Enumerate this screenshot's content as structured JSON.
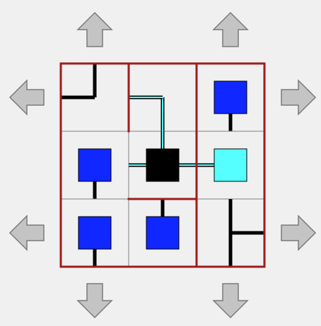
{
  "game": {
    "type": "sliding-pipe-network-puzzle",
    "grid": {
      "rows": 3,
      "cols": 3
    },
    "colors": {
      "background": "#f0f0f0",
      "grid_line": "#808080",
      "border": "#a01c1c",
      "wire": "#000000",
      "powered_wire": "#55ffff",
      "source": "#000000",
      "computer_unpowered": "#1028ff",
      "computer_powered": "#55ffff",
      "arrow_fill": "#c4c4c4"
    },
    "shift_arrows": [
      {
        "name": "shift-col-1-up-arrow",
        "dir": "up",
        "col": 1
      },
      {
        "name": "shift-col-2-up-arrow",
        "dir": "up",
        "col": 2
      },
      {
        "name": "shift-col-1-down-arrow",
        "dir": "down",
        "col": 1
      },
      {
        "name": "shift-col-2-down-arrow",
        "dir": "down",
        "col": 2
      },
      {
        "name": "shift-row-1-left-arrow",
        "dir": "left",
        "row": 1
      },
      {
        "name": "shift-row-2-left-arrow",
        "dir": "left",
        "row": 2
      },
      {
        "name": "shift-row-1-right-arrow",
        "dir": "right",
        "row": 1
      },
      {
        "name": "shift-row-2-right-arrow",
        "dir": "right",
        "row": 2
      }
    ],
    "tiles": [
      {
        "row": 0,
        "col": 0,
        "kind": "wire",
        "connections": [
          "up",
          "left"
        ],
        "powered": false
      },
      {
        "row": 0,
        "col": 1,
        "kind": "wire",
        "connections": [
          "down",
          "left"
        ],
        "powered": true
      },
      {
        "row": 0,
        "col": 2,
        "kind": "computer",
        "connections": [
          "down"
        ],
        "powered": false
      },
      {
        "row": 1,
        "col": 0,
        "kind": "computer",
        "connections": [
          "down"
        ],
        "powered": false
      },
      {
        "row": 1,
        "col": 1,
        "kind": "source",
        "connections": [
          "up",
          "left",
          "right"
        ],
        "powered": true
      },
      {
        "row": 1,
        "col": 2,
        "kind": "computer",
        "connections": [
          "left"
        ],
        "powered": true
      },
      {
        "row": 2,
        "col": 0,
        "kind": "computer",
        "connections": [
          "down"
        ],
        "powered": false
      },
      {
        "row": 2,
        "col": 1,
        "kind": "computer",
        "connections": [
          "up"
        ],
        "powered": false
      },
      {
        "row": 2,
        "col": 2,
        "kind": "wire",
        "connections": [
          "up",
          "right",
          "down"
        ],
        "powered": false
      }
    ],
    "barriers": [
      {
        "row": 0,
        "col": 0,
        "side": "right"
      },
      {
        "row": 0,
        "col": 1,
        "side": "right"
      },
      {
        "row": 1,
        "col": 1,
        "side": "right"
      },
      {
        "row": 1,
        "col": 1,
        "side": "bottom"
      },
      {
        "row": 2,
        "col": 1,
        "side": "right"
      }
    ]
  }
}
